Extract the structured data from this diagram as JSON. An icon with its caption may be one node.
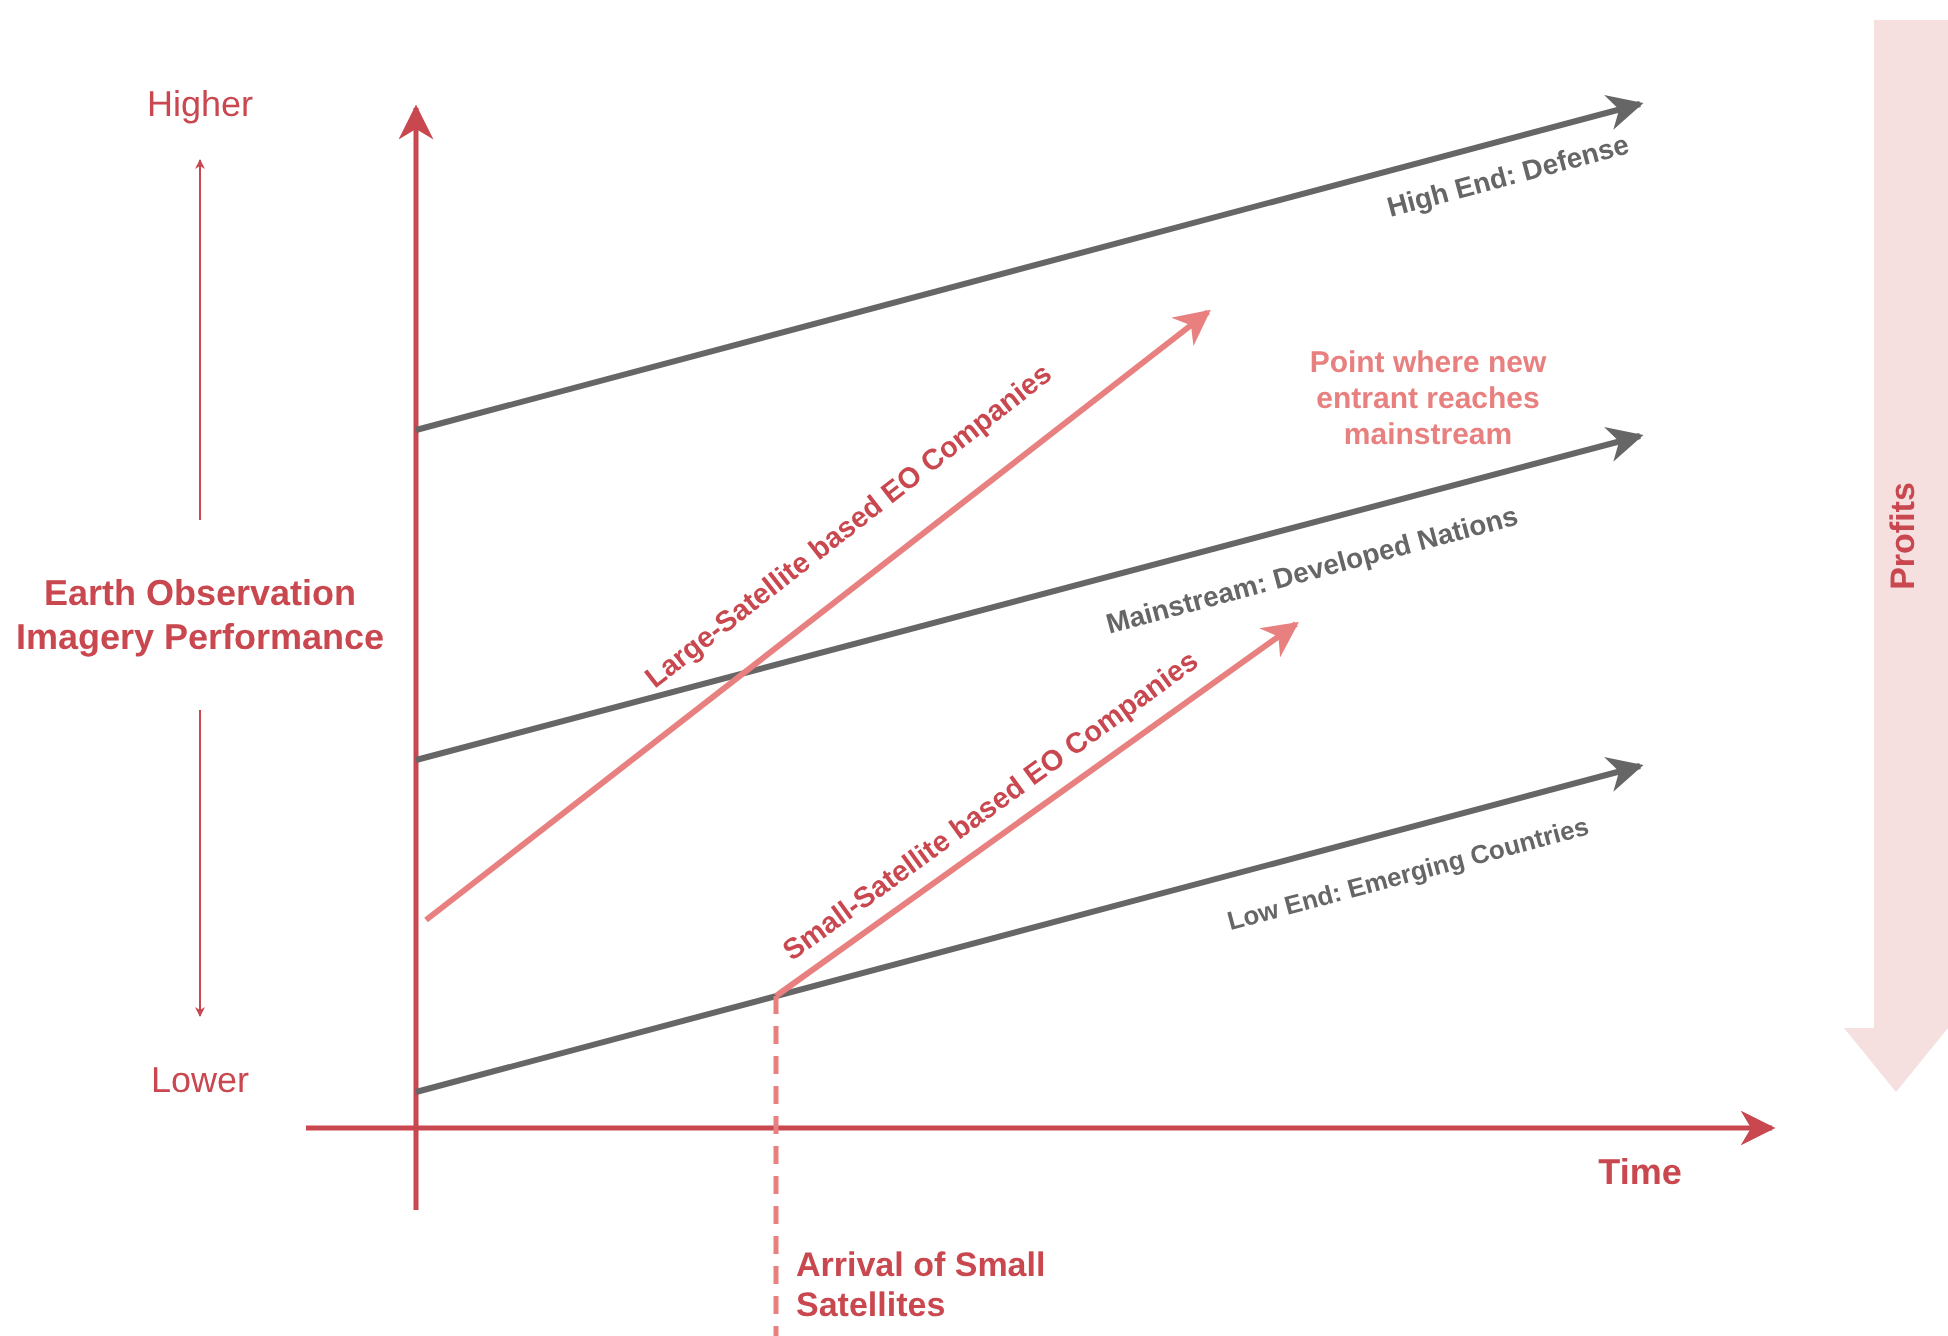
{
  "diagram": {
    "nodes": [
      {
        "text": [
          "Profits"
        ]
      }
    ],
    "labels": [
      "Higher",
      "Earth Observation Imagery Performance",
      "Lower",
      "High End: Defense",
      "Large-Satellite based EO Companies",
      "Point where new entrant reaches mainstream",
      "Mainstream: Developed Nations",
      "Small-Satellite based EO Companies",
      "Low End: Emerging Countries",
      "Time",
      "Arrival of Small Satellites"
    ]
  }
}
